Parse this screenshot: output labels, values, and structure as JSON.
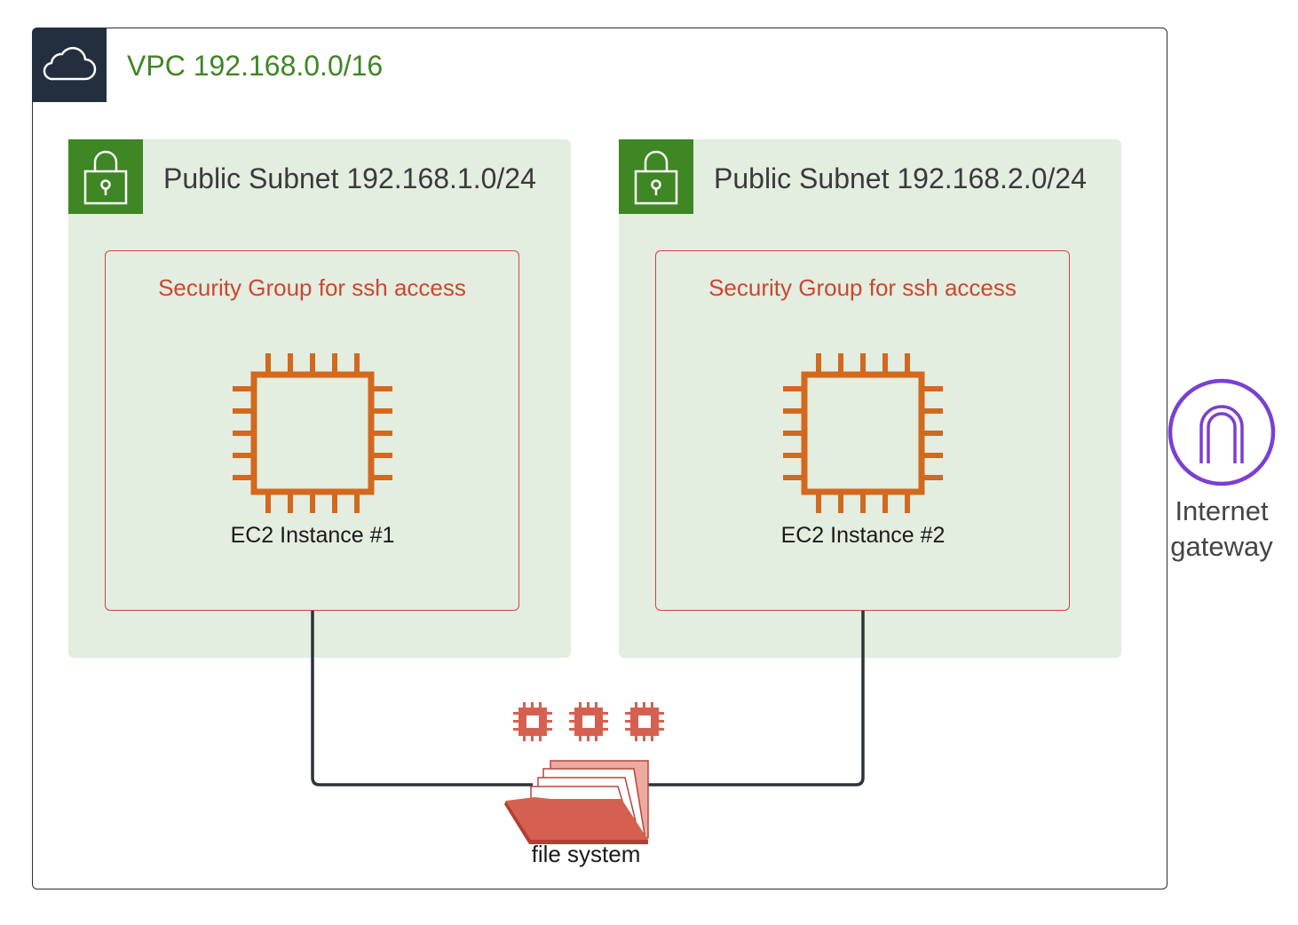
{
  "vpc": {
    "title": "VPC 192.168.0.0/16",
    "icon": "cloud-icon",
    "color": "#3f8624"
  },
  "subnets": [
    {
      "title": "Public Subnet 192.168.1.0/24",
      "icon": "lock-icon",
      "security_group": "Security Group for ssh access",
      "instance_label": "EC2 Instance #1"
    },
    {
      "title": "Public Subnet 192.168.2.0/24",
      "icon": "lock-icon",
      "security_group": "Security Group for ssh access",
      "instance_label": "EC2 Instance #2"
    }
  ],
  "internet_gateway": {
    "label_line1": "Internet",
    "label_line2": "gateway",
    "icon": "internet-gateway-icon",
    "color": "#7b3fd1"
  },
  "file_system": {
    "label": "file system",
    "icon": "efs-folder-icon",
    "color": "#d6604f"
  },
  "colors": {
    "subnet_fill": "#e3ede0",
    "security_group_border": "#d0473a",
    "ec2_orange": "#d2691e",
    "connector": "#2f3438"
  }
}
